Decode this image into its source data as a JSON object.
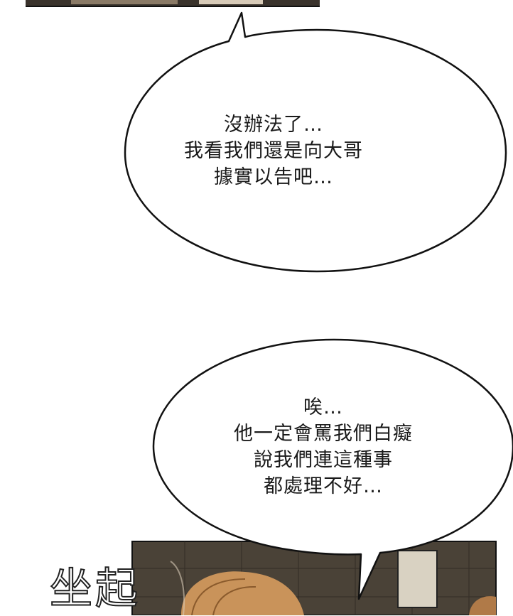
{
  "bubble_top": {
    "lines": [
      "沒辦法了…",
      "我看我們還是向大哥",
      "據實以告吧…"
    ]
  },
  "bubble_bottom": {
    "lines": [
      "唉…",
      "他一定會罵我們白癡",
      "說我們連這種事",
      "都處理不好…"
    ]
  },
  "sfx": {
    "text": "坐起"
  },
  "colors": {
    "panel_dark": "#3a332c",
    "wall_tile": "#6b6152",
    "hair": "#c9935a",
    "bubble_stroke": "#111111"
  }
}
